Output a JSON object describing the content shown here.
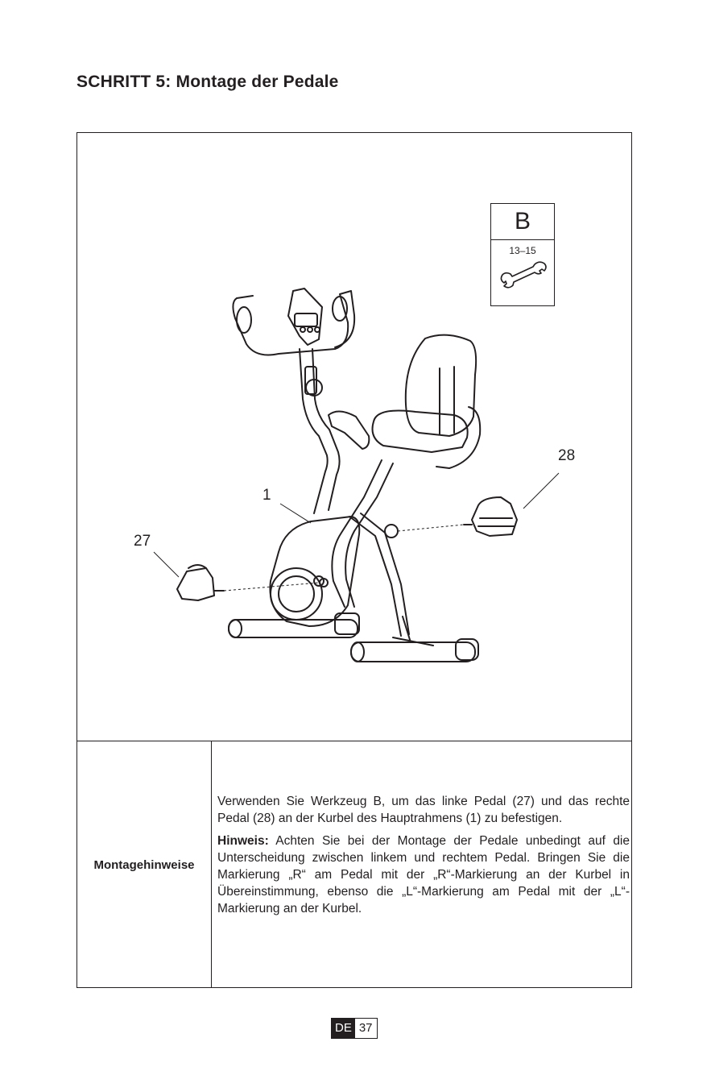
{
  "page": {
    "title": "SCHRITT 5: Montage der Pedale",
    "language": "DE",
    "number": "37"
  },
  "tool": {
    "letter": "B",
    "size": "13–15",
    "icon": "wrench-icon"
  },
  "callouts": {
    "frame": "1",
    "left_pedal": "27",
    "right_pedal": "28"
  },
  "instructions": {
    "label": "Montagehinweise",
    "paragraph": "Verwenden Sie Werkzeug B, um das linke Pedal (27) und das rechte Pedal (28) an der Kurbel des Hauptrahmens (1) zu befestigen.",
    "hint_label": "Hinweis:",
    "hint_text": " Achten Sie bei der Montage der Pedale unbedingt auf die Unterscheidung zwischen linkem und rechtem Pedal. Bringen Sie die Markierung „R“ am Pedal mit der „R“-Markierung an der Kurbel in Übereinstimmung, ebenso die „L“-Markierung am Pedal mit der „L“-Markierung an der Kurbel."
  }
}
